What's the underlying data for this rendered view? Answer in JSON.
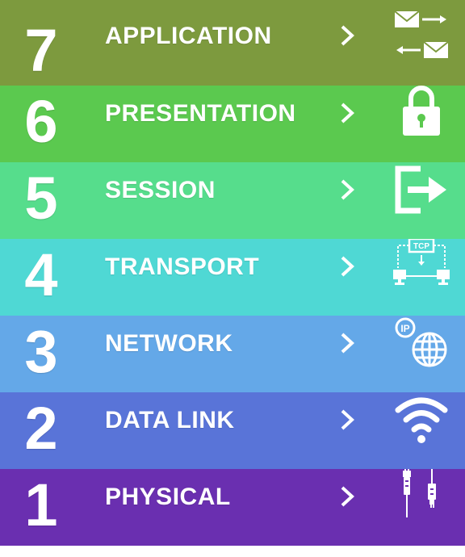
{
  "layers": [
    {
      "number": "7",
      "name": "APPLICATION",
      "color": "#7d9a3e",
      "icon": "envelope-exchange-icon"
    },
    {
      "number": "6",
      "name": "PRESENTATION",
      "color": "#5bc94f",
      "icon": "padlock-icon"
    },
    {
      "number": "5",
      "name": "SESSION",
      "color": "#56dd8c",
      "icon": "sign-out-icon"
    },
    {
      "number": "4",
      "name": "TRANSPORT",
      "color": "#4fd8d4",
      "icon": "tcp-network-icon",
      "icon_text": "TCP"
    },
    {
      "number": "3",
      "name": "NETWORK",
      "color": "#64a8e8",
      "icon": "ip-globe-icon",
      "icon_text": "IP"
    },
    {
      "number": "2",
      "name": "DATA LINK",
      "color": "#5974d8",
      "icon": "wifi-icon"
    },
    {
      "number": "1",
      "name": "PHYSICAL",
      "color": "#6a2fb0",
      "icon": "cable-connectors-icon"
    }
  ]
}
